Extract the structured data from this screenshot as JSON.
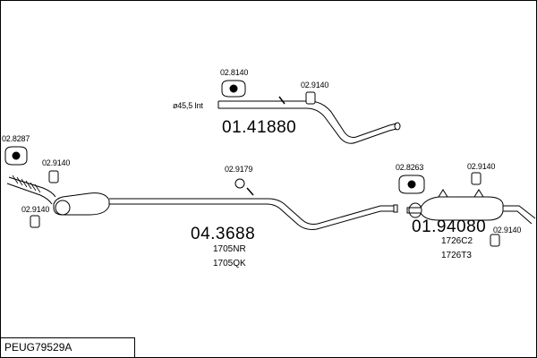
{
  "diagram": {
    "code": "PEUG79529A",
    "parts": {
      "tail_pipe": "01.41880",
      "front_pipe": "04.3688",
      "rear_silencer": "01.94080"
    },
    "sub_numbers": {
      "front_1": "1705NR",
      "front_2": "1705QK",
      "rear_1": "1726C2",
      "rear_2": "1726T3"
    },
    "hardware": {
      "h_top_rubber": "02.8140",
      "h_top_clamp": "02.9140",
      "h_left_rubber": "02.8287",
      "h_left_clamp_top": "02.9140",
      "h_left_clamp_bottom": "02.9140",
      "h_mid_clamp": "02.9179",
      "h_right_rubber": "02.8263",
      "h_right_clamp_top": "02.9140",
      "h_right_clamp_bottom": "02.9140"
    },
    "diameter_note": "ø45,5  Int"
  }
}
